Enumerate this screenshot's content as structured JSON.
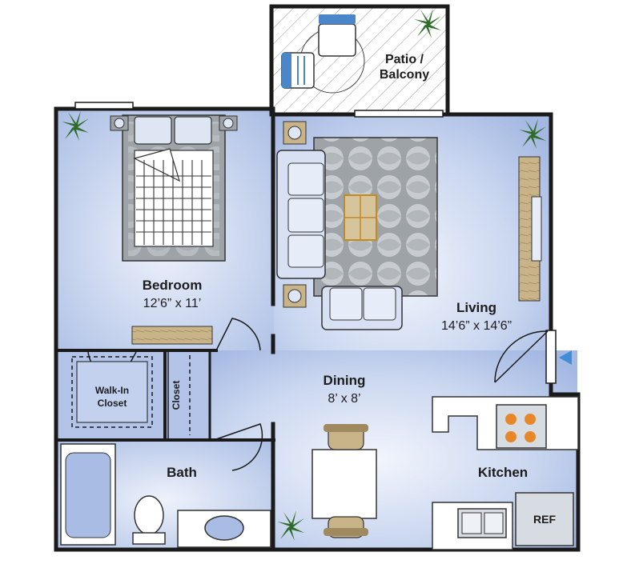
{
  "rooms": {
    "patio": {
      "name_line1": "Patio /",
      "name_line2": "Balcony"
    },
    "bedroom": {
      "name": "Bedroom",
      "dims": "12’6” x 11’"
    },
    "living": {
      "name": "Living",
      "dims": "14’6” x 14’6”"
    },
    "dining": {
      "name": "Dining",
      "dims": "8’ x 8’"
    },
    "kitchen": {
      "name": "Kitchen"
    },
    "bath": {
      "name": "Bath"
    },
    "walkin_closet": {
      "line1": "Walk-In",
      "line2": "Closet"
    },
    "closet": {
      "name": "Closet"
    }
  },
  "appliances": {
    "refrigerator": "REF"
  },
  "colors": {
    "floor_light": "#eef2fb",
    "floor_mid": "#a9bde4",
    "wall": "#1a1a1a",
    "entry_arrow": "#3f8fd6",
    "burner": "#e8862a",
    "wood": "#c9b48a",
    "chair_blue": "#4a86c8",
    "plant": "#2f6b2a"
  },
  "icons": {
    "plant": "plant-icon",
    "lamp": "lamp-icon",
    "entry": "entry-arrow-icon"
  }
}
